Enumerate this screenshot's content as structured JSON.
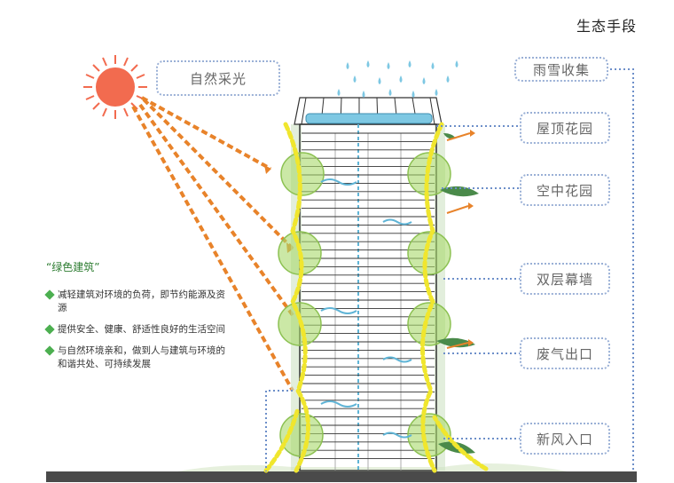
{
  "header": {
    "title": "生态手段"
  },
  "callouts": {
    "daylight": "自然采光",
    "rain_collection": "雨雪收集",
    "roof_garden": "屋顶花园",
    "sky_garden": "空中花园",
    "double_skin": "双层幕墙",
    "exhaust": "废气出口",
    "fresh_air": "新风入口"
  },
  "legend": {
    "title": "“绿色建筑”",
    "items": [
      "减轻建筑对环境的负荷，即节约能源及资源",
      "提供安全、健康、舒适性良好的生活空间",
      "与自然环境亲和，做到人与建筑与环境的和谐共处、可持续发展"
    ]
  },
  "colors": {
    "sun": "#f26b4f",
    "light_ray": "#e8832a",
    "airflow": "#f0e62e",
    "garden": "#a8d86a",
    "water": "#7ec8e3",
    "callout_border": "#9ab0d6",
    "building": "#333333",
    "ground": "#4a4a4a"
  }
}
